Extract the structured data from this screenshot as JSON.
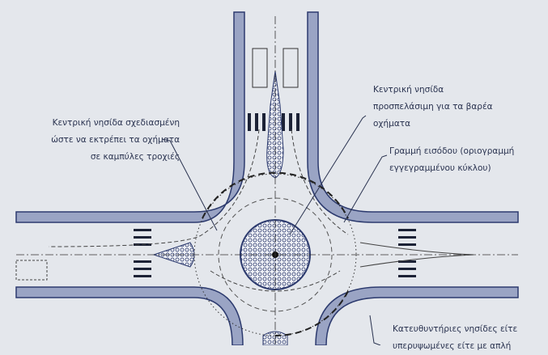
{
  "title": "Roundabout diagram",
  "labels": {
    "left_island": [
      "Κεντρική νησίδα σχεδιασμένη",
      "ώστε να εκτρέπει τα οχήματα",
      "σε καμπύλες τροχιές"
    ],
    "central_island": [
      "Κεντρική νησίδα",
      "προσπελάσιμη για τα βαρέα",
      "οχήματα"
    ],
    "entry_line": [
      "Γραμμή εισόδου (οριογραμμή",
      "εγγεγραμμένου κύκλου)"
    ],
    "guide_islands": [
      "Κατευθυντήριες νησίδες είτε",
      "υπερυψωμένες είτε με απλή"
    ]
  },
  "colors": {
    "road_edge": "#2c3a6e",
    "curb_fill": "#9aa4c4",
    "line": "#3a3f55",
    "background": "#e4e7ec"
  }
}
